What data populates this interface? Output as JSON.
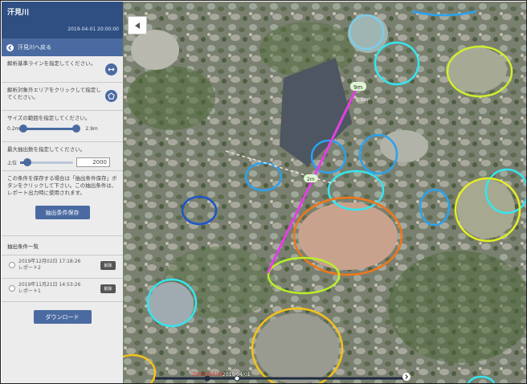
{
  "sidebar": {
    "title": "汗見川",
    "datetime": "2019-04-01 20:00:00",
    "back_label": "汗見川へ戻る",
    "instruction_line": "解析基準ラインを指定してください。",
    "instruction_area": "解析対象外エリアをクリックして指定してください。",
    "instruction_size": "サイズの範囲を指定してください。",
    "size_min": "0.2m",
    "size_max": "2.9m",
    "size_range_fraction": [
      0.0,
      1.0
    ],
    "instruction_count": "最大抽出数を指定してください。",
    "count_prefix": "上位",
    "count_value": "2000",
    "count_fraction": 0.05,
    "save_note": "この条件を保存する場合は「抽出条件保存」ボタンをクリックして下さい。この抽出条件は、レポート出力時に使用されます。",
    "save_button": "抽出条件保存",
    "list_title": "抽出条件一覧",
    "list": [
      {
        "date": "2019年12月02日 17:18:26",
        "name": "レポート2",
        "delete": "削除"
      },
      {
        "date": "2019年11月21日 14:53:26",
        "name": "レポート1",
        "delete": "削除"
      }
    ],
    "download_button": "ダウンロード"
  },
  "map": {
    "labels": {
      "top": "9m",
      "area": "0.0m²",
      "mid": "2m"
    },
    "timeline": {
      "date_active": "2019/04/01",
      "date_label": "2019/04/01"
    }
  },
  "colors": {
    "accent": "#4a6aa1",
    "header": "#2f4f82",
    "line": "#e53ee6"
  }
}
